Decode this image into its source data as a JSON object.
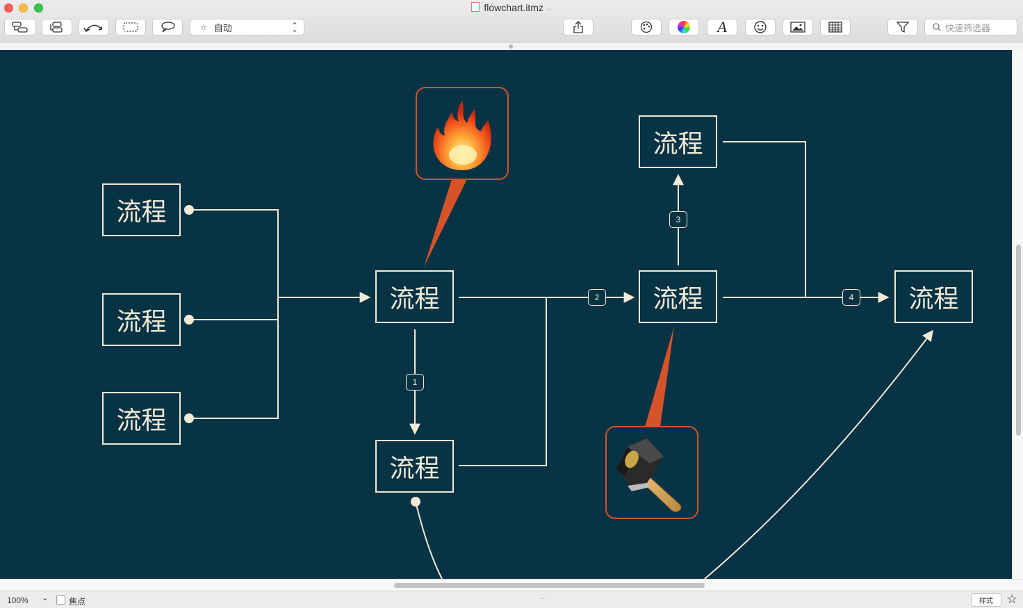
{
  "window": {
    "title": "flowchart.itmz",
    "traffic_lights": {
      "close": "#fc605b",
      "minimize": "#fdbc40",
      "zoom": "#34c84a"
    }
  },
  "toolbar": {
    "layout_dropdown": "自动",
    "search_placeholder": "快速筛选器"
  },
  "canvas": {
    "background": "#083344",
    "node_color": "#f2ead8",
    "callout_color": "#d6532a",
    "nodes": [
      "流程",
      "流程",
      "流程",
      "流程",
      "流程",
      "流程",
      "流程",
      "流程"
    ],
    "connection_labels": [
      "1",
      "2",
      "3",
      "4"
    ],
    "callouts": [
      {
        "icon": "fire-icon"
      },
      {
        "icon": "hammer-icon"
      }
    ]
  },
  "statusbar": {
    "zoom": "100%",
    "focus_label": "焦点",
    "center_text": "...",
    "style_button": "样式"
  }
}
